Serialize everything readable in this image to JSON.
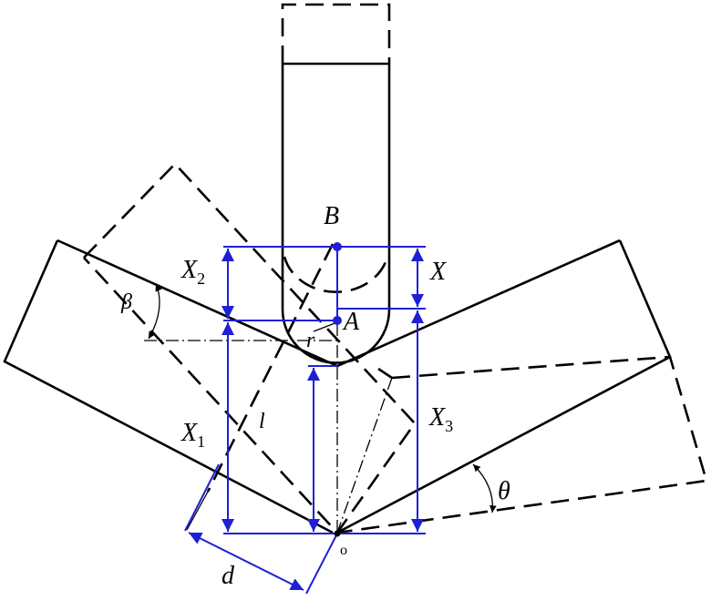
{
  "labels": {
    "B": "B",
    "A": "A",
    "r": "r",
    "X": "X",
    "X2_main": "X",
    "X2_sub": "2",
    "X1_main": "X",
    "X1_sub": "1",
    "X3_main": "X",
    "X3_sub": "3",
    "beta": "β",
    "theta": "θ",
    "l": "l",
    "d": "d",
    "O": "o"
  },
  "colors": {
    "outline": "#000000",
    "dimension": "#1f1fd6"
  }
}
